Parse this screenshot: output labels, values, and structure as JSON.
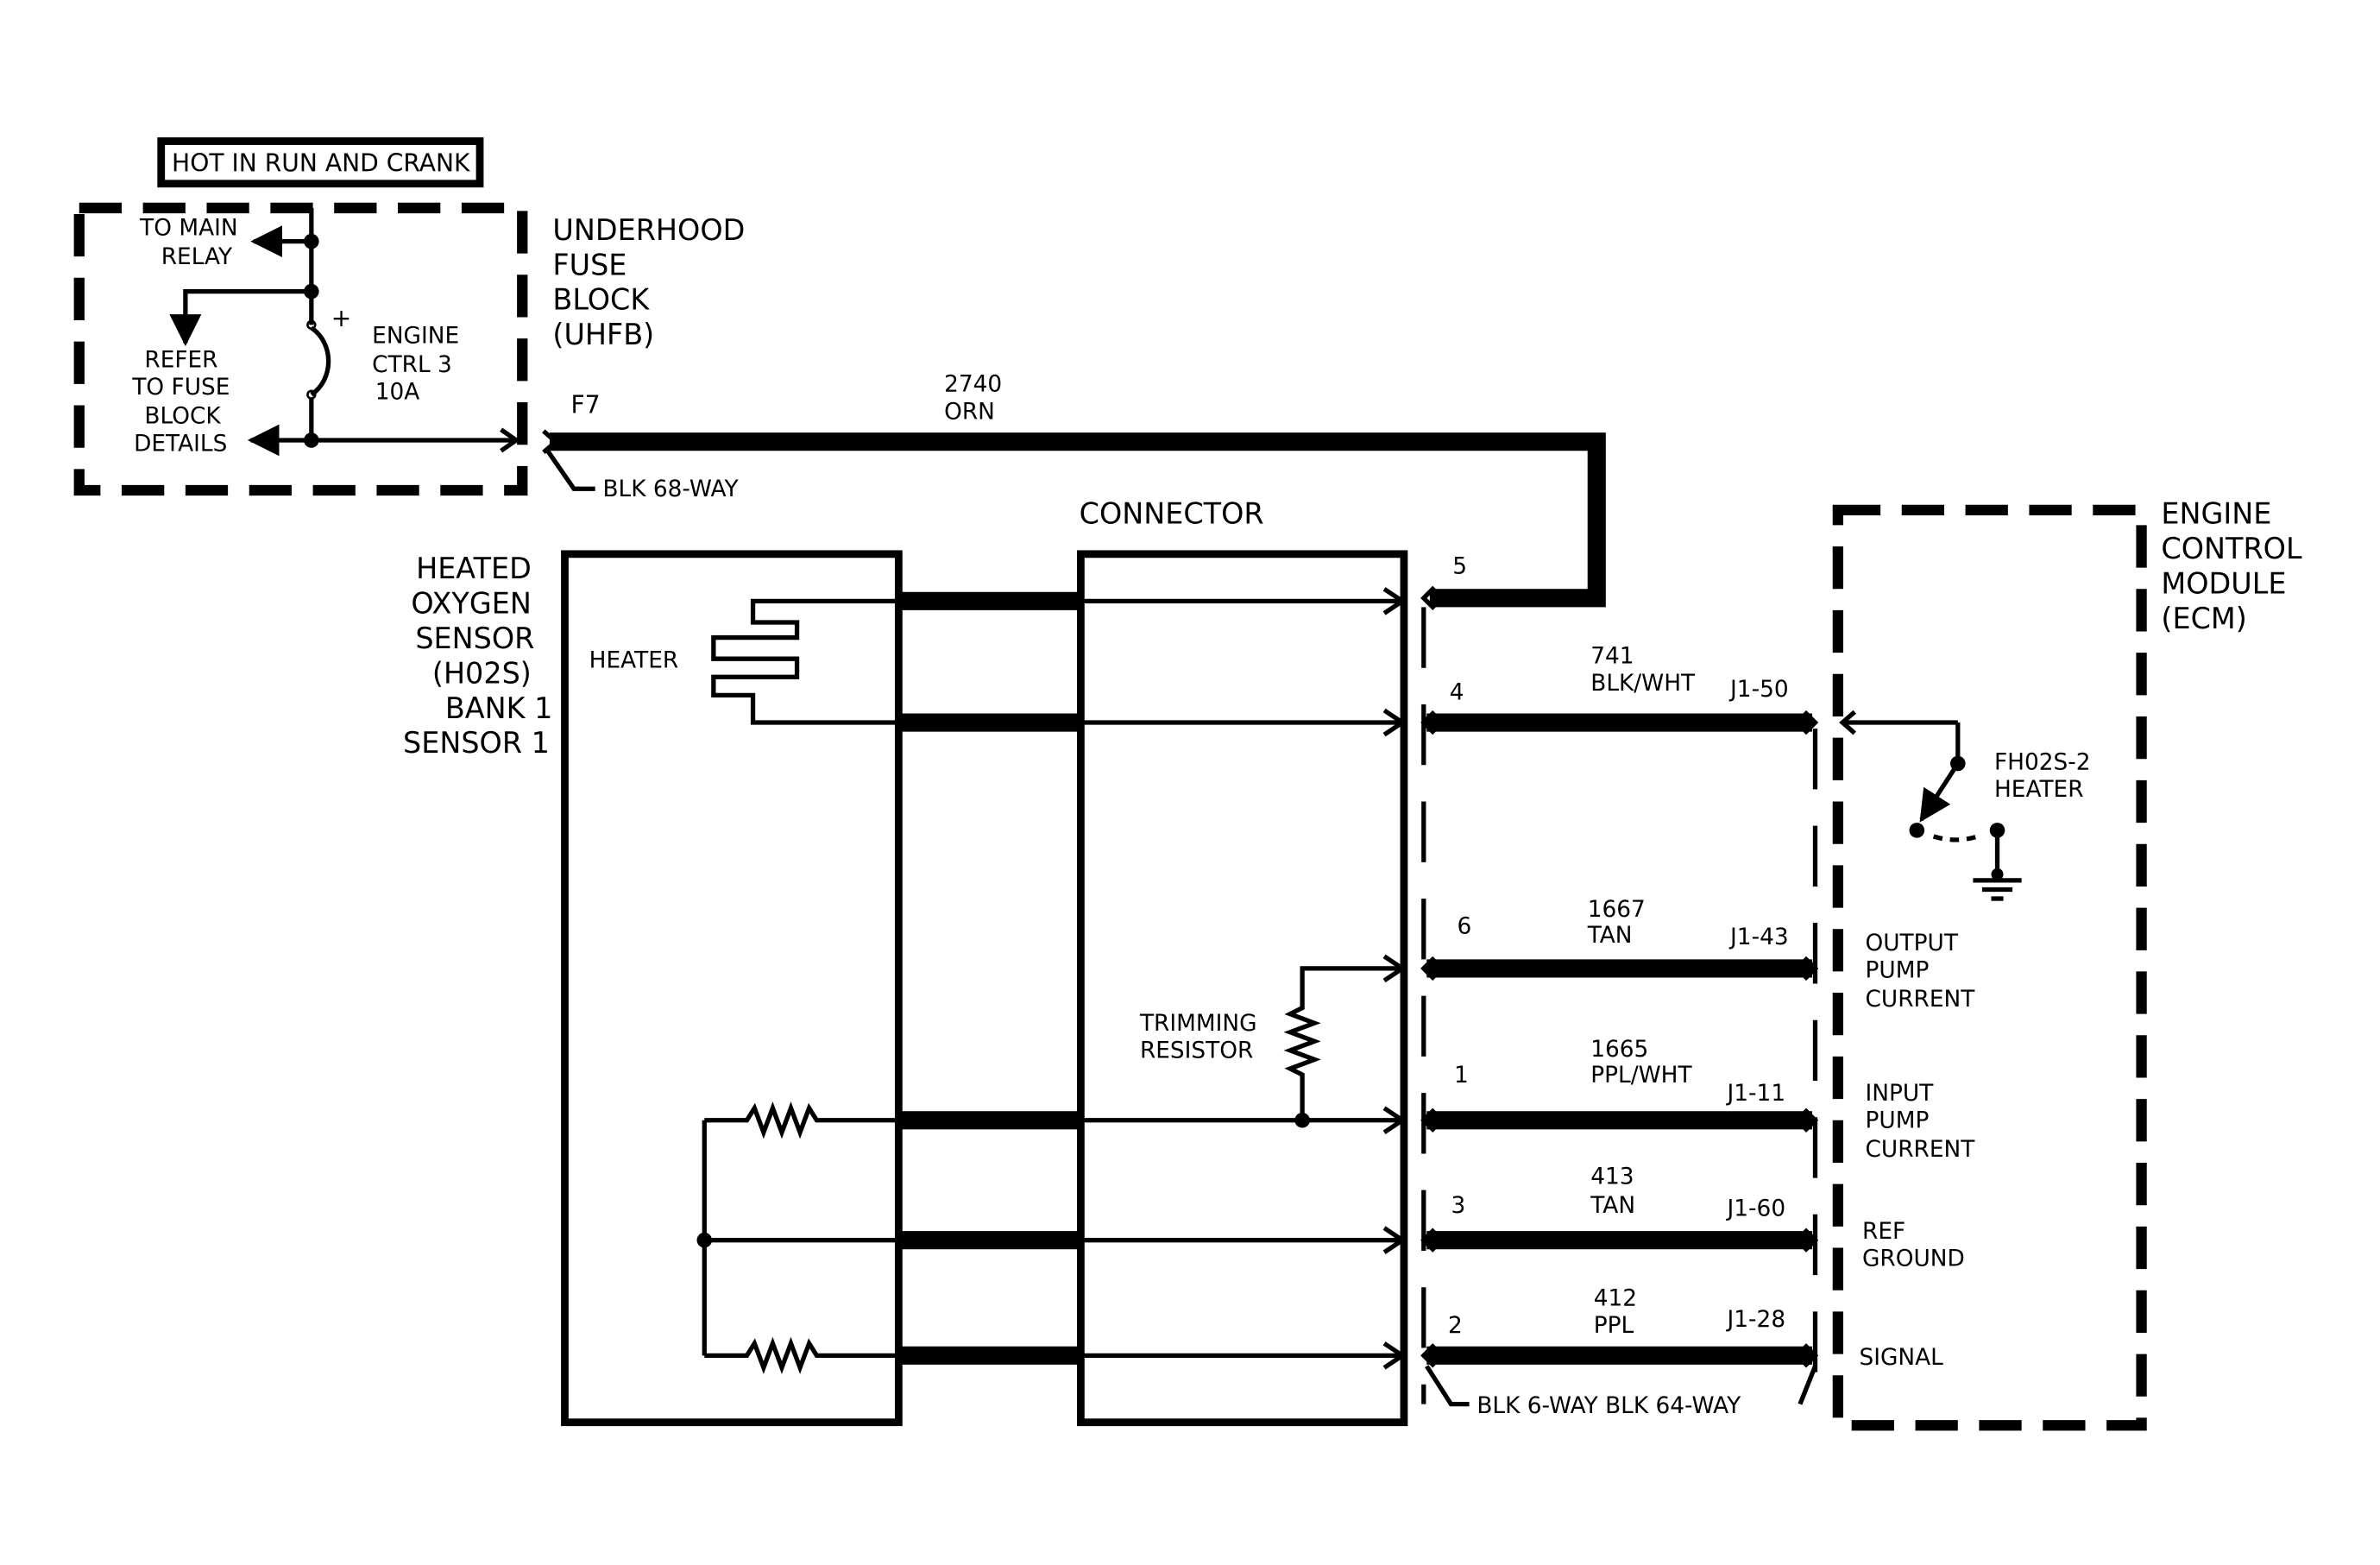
{
  "fuse_block": {
    "hot_label": "HOT IN RUN AND CRANK",
    "to_main_relay": [
      "TO MAIN",
      "RELAY"
    ],
    "refer_details": [
      "REFER",
      "TO FUSE",
      "BLOCK",
      "DETAILS"
    ],
    "fuse_plus": "+",
    "fuse_name": [
      "ENGINE",
      "CTRL 3",
      "10A"
    ],
    "name": [
      "UNDERHOOD",
      "FUSE",
      "BLOCK",
      "(UHFB)"
    ],
    "terminal": "F7",
    "connector": "BLK 68-WAY"
  },
  "feed_wire": {
    "circuit": "2740",
    "color": "ORN"
  },
  "connector_box": {
    "title": "CONNECTOR",
    "trimming_resistor": [
      "TRIMMING",
      "RESISTOR"
    ]
  },
  "sensor": {
    "name": [
      "HEATED",
      "OXYGEN",
      "SENSOR",
      "(H02S)",
      "BANK 1",
      "SENSOR 1"
    ],
    "heater_label": "HEATER"
  },
  "ecm": {
    "name": [
      "ENGINE",
      "CONTROL",
      "MODULE",
      "(ECM)"
    ],
    "heater_switch": [
      "FH02S-2",
      "HEATER"
    ],
    "output_pump": [
      "OUTPUT",
      "PUMP",
      "CURRENT"
    ],
    "input_pump": [
      "INPUT",
      "PUMP",
      "CURRENT"
    ],
    "ref_ground": [
      "REF",
      "GROUND"
    ],
    "signal": "SIGNAL"
  },
  "pins": {
    "p5": "5",
    "p4": {
      "pin": "4",
      "circuit": "741",
      "color": "BLK/WHT",
      "ecm_pin": "J1-50"
    },
    "p6": {
      "pin": "6",
      "circuit": "1667",
      "color": "TAN",
      "ecm_pin": "J1-43"
    },
    "p1": {
      "pin": "1",
      "circuit": "1665",
      "color": "PPL/WHT",
      "ecm_pin": "J1-11"
    },
    "p3": {
      "pin": "3",
      "circuit": "413",
      "color": "TAN",
      "ecm_pin": "J1-60"
    },
    "p2": {
      "pin": "2",
      "circuit": "412",
      "color": "PPL",
      "ecm_pin": "J1-28"
    }
  },
  "bottom_connectors": "BLK 6-WAY BLK 64-WAY"
}
